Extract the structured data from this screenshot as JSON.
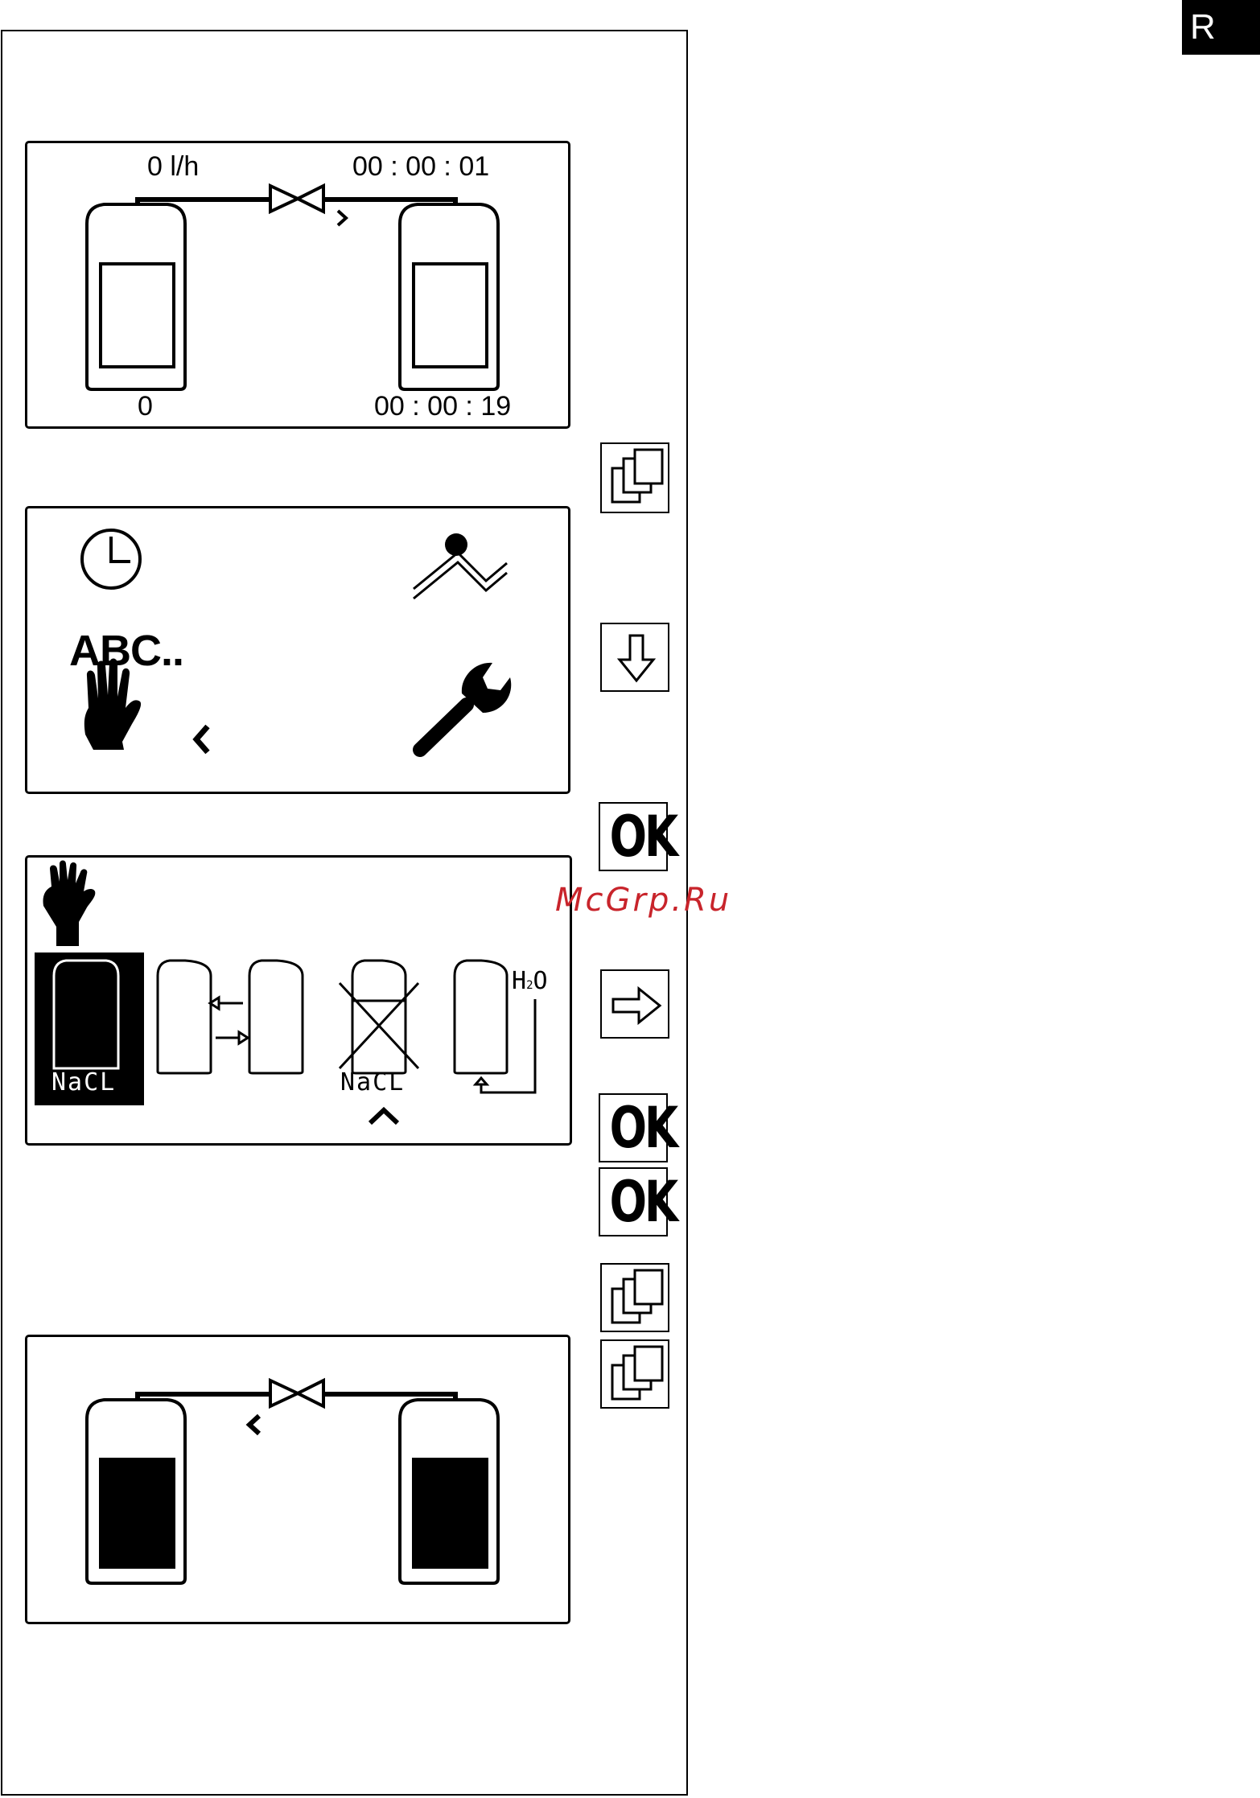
{
  "corner_tab": {
    "label": "R"
  },
  "watermark": {
    "text": "McGrp.Ru"
  },
  "screen1": {
    "flow_rate": "0  l/h",
    "timer_top": "00 : 00 : 01",
    "value_bottom": "0",
    "timer_bottom": "00 : 00 : 19"
  },
  "screen2": {
    "text_entry_label": "ABC.."
  },
  "screen3": {
    "brine_label": "NaCL",
    "no_brine_label": "NaCL",
    "water_label": "H",
    "water_label_sub": "2",
    "water_label_end": "O"
  },
  "keys": {
    "ok_label": "OK"
  },
  "icons": {
    "screen1": [
      "tank-left-icon",
      "valve-icon",
      "tank-right-icon",
      "arrow-right-icon"
    ],
    "screen2": [
      "clock-icon",
      "regeneration-icon",
      "hand-icon",
      "arrow-left-icon",
      "wrench-icon"
    ],
    "screen3": [
      "hand-icon",
      "brine-tank-icon",
      "tank-exchange-icon",
      "no-brine-icon",
      "water-tank-icon",
      "arrow-up-icon"
    ],
    "screen4": [
      "tank-left-full-icon",
      "valve-icon",
      "tank-right-full-icon",
      "arrow-left-icon"
    ],
    "keys": [
      "pages-icon",
      "arrow-down-icon",
      "arrow-right-icon"
    ]
  },
  "colors": {
    "watermark": "#c8242b",
    "lcd": "#000000",
    "background": "#ffffff"
  }
}
